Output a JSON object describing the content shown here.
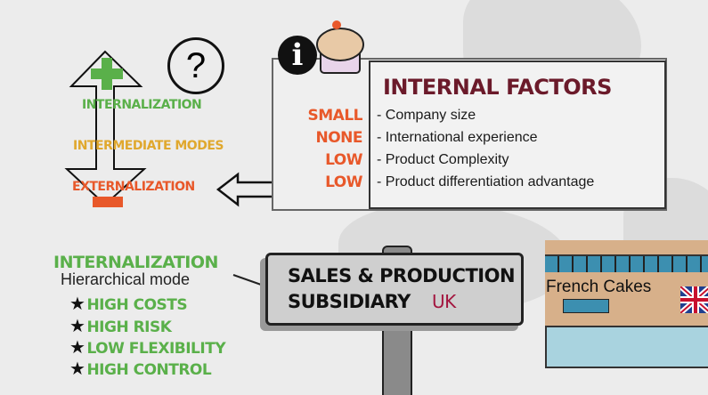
{
  "arrow_scale": {
    "top": "INTERNALIZATION",
    "middle": "INTERMEDIATE MODES",
    "bottom": "EXTERNALIZATION"
  },
  "question_mark": "?",
  "info_badge": "i",
  "internal_factors": {
    "title": "INTERNAL FACTORS",
    "rows": [
      {
        "value": "SMALL",
        "factor": "- Company size"
      },
      {
        "value": "NONE",
        "factor": "- International experience"
      },
      {
        "value": "LOW",
        "factor": "- Product Complexity"
      },
      {
        "value": "LOW",
        "factor": "- Product differentiation advantage"
      }
    ]
  },
  "mode": {
    "title": "INTERNALIZATION",
    "subtitle": "Hierarchical mode",
    "traits": [
      "HIGH COSTS",
      "HIGH RISK",
      "LOW FLEXIBILITY",
      "HIGH CONTROL"
    ]
  },
  "signpost": {
    "line1": "SALES & PRODUCTION",
    "line2": "SUBSIDIARY",
    "country": "UK"
  },
  "building": {
    "sign": "French Cakes"
  },
  "colors": {
    "green": "#5ab04a",
    "orange": "#e8582a",
    "yellow": "#e0a82e",
    "maroon": "#6b1a2a"
  }
}
